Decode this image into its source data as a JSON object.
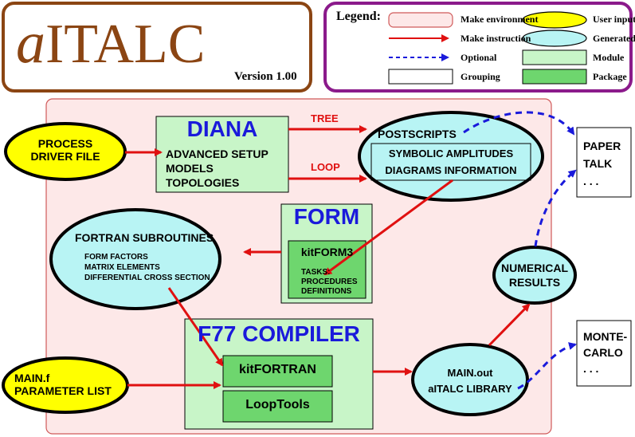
{
  "logo": {
    "prefix": "a",
    "name": "ITALC",
    "version": "Version 1.00"
  },
  "legend": {
    "title": "Legend:",
    "items": {
      "make_environment": "Make environment",
      "make_instruction": "Make instruction",
      "optional": "Optional",
      "grouping": "Grouping",
      "user_input_file": "User input file",
      "generated_file": "Generated file",
      "module": "Module",
      "package": "Package"
    }
  },
  "colors": {
    "environment_fill": "#fde8e8",
    "environment_border": "#d05a5a",
    "arrow_red": "#e01010",
    "arrow_blue": "#1a1adb",
    "user_input_fill": "#ffff00",
    "generated_fill": "#b8f4f4",
    "module_fill": "#c8f5c8",
    "package_fill": "#6ed66e",
    "logo_border": "#8b4513",
    "legend_border": "#8b1a8b",
    "title_blue": "#1a1adb"
  },
  "nodes": {
    "process_driver": [
      "PROCESS",
      "DRIVER FILE"
    ],
    "diana": {
      "title": "DIANA",
      "items": [
        "ADVANCED SETUP",
        "MODELS",
        "TOPOLOGIES"
      ]
    },
    "tree_label": "TREE",
    "loop_label": "LOOP",
    "postscripts": "POSTSCRIPTS",
    "amplitudes": [
      "SYMBOLIC AMPLITUDES",
      "DIAGRAMS INFORMATION"
    ],
    "paper_talk": [
      "PAPER",
      "TALK",
      ". . ."
    ],
    "form": {
      "title": "FORM",
      "package": "kitFORM3",
      "tasks": [
        "TASKS:",
        "PROCEDURES",
        "DEFINITIONS"
      ]
    },
    "fortran_subroutines": {
      "title": "FORTRAN SUBROUTINES",
      "items": [
        "FORM FACTORS",
        "MATRIX ELEMENTS",
        "DIFFERENTIAL CROSS SECTION"
      ]
    },
    "numerical_results": [
      "NUMERICAL",
      "RESULTS"
    ],
    "f77": {
      "title": "F77 COMPILER",
      "packages": [
        "kitFORTRAN",
        "LoopTools"
      ]
    },
    "main_f": [
      "MAIN.f",
      "PARAMETER LIST"
    ],
    "main_out": [
      "MAIN.out",
      "aITALC LIBRARY"
    ],
    "monte_carlo": [
      "MONTE-",
      "CARLO",
      ". . ."
    ]
  }
}
